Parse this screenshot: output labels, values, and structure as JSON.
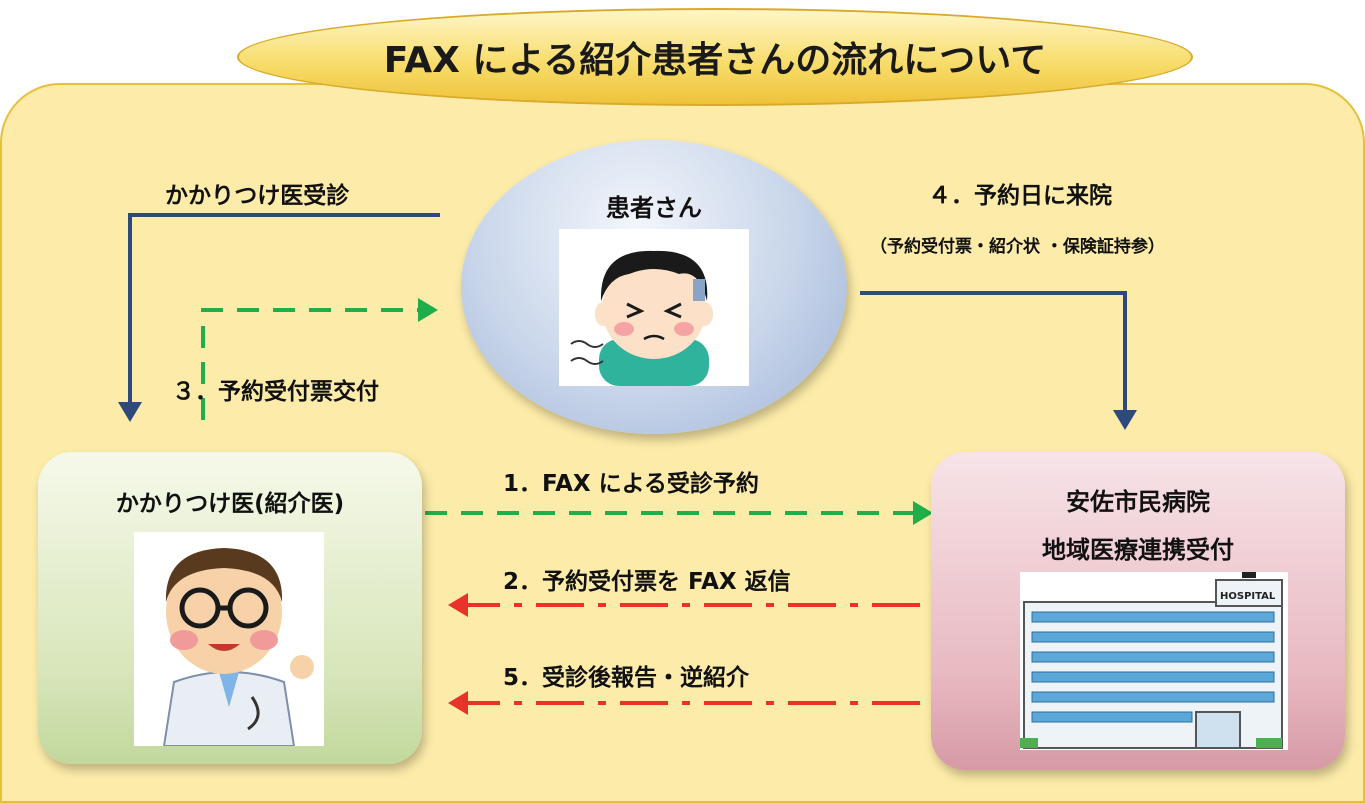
{
  "title": "FAX による紹介患者さんの流れについて",
  "nodes": {
    "patient": "患者さん",
    "doctor": "かかりつけ医(紹介医)",
    "hospital_line1": "安佐市民病院",
    "hospital_line2": "地域医療連携受付"
  },
  "flows": {
    "visit_doctor": "かかりつけ医受診",
    "step1": "1．FAX による受診予約",
    "step2": "2．予約受付票を FAX 返信",
    "step3": "３．予約受付票交付",
    "step4": "４．予約日に来院",
    "step4_note": "（予約受付票・紹介状 ・保険証持参）",
    "step5": "5．受診後報告・逆紹介"
  },
  "hospital_sign": "HOSPITAL",
  "colors": {
    "navy_arrow": "#2e4a7d",
    "green_dashed": "#1fae4a",
    "red_dashdot": "#e8332a",
    "panel_bg": "#fdeca9"
  }
}
